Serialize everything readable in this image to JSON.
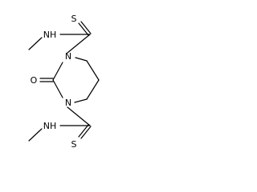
{
  "molecule": {
    "atom_labels": {
      "sulfur_top": "S",
      "nh_top": "NH",
      "n1": "N",
      "oxygen": "O",
      "n3": "N",
      "sulfur_bottom": "S",
      "nh_bottom": "NH"
    },
    "colors": {
      "bond": "#000000",
      "label": "#000000",
      "background": "#ffffff"
    }
  }
}
